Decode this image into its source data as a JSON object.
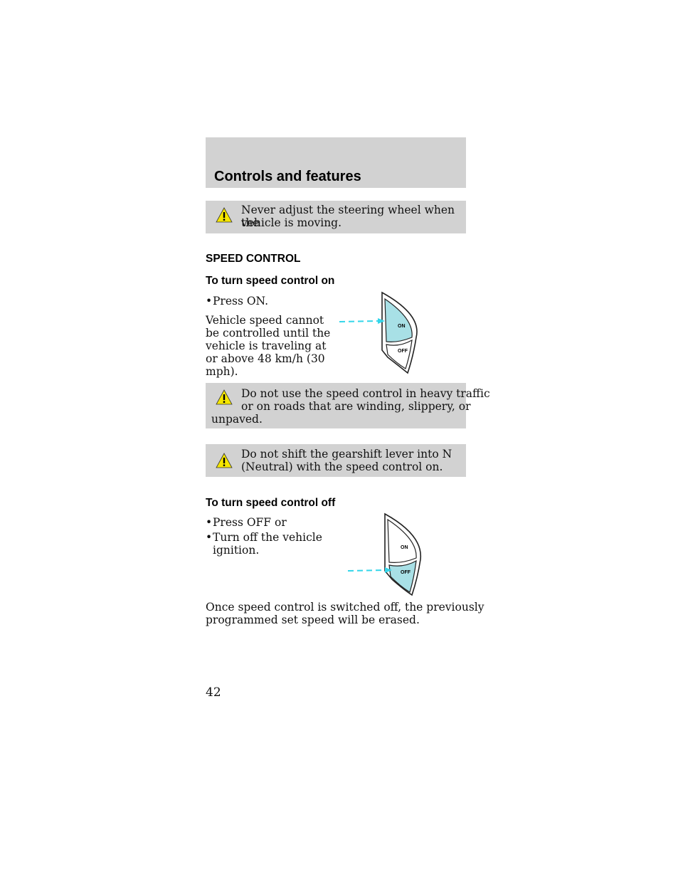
{
  "header": {
    "title": "Controls and features"
  },
  "warnings": {
    "steering": {
      "line1": "Never adjust the steering wheel when the",
      "line2": "vehicle is moving."
    },
    "traffic": {
      "line1": "Do not use the speed control in heavy traffic",
      "line2": "or on roads that are winding, slippery, or",
      "line3": "unpaved."
    },
    "gearshift": {
      "line1": "Do not shift the gearshift lever into N",
      "line2": "(Neutral) with the speed control on."
    }
  },
  "section": {
    "title": "SPEED CONTROL",
    "turn_on": {
      "heading": "To turn speed control on",
      "bullet": "Press ON.",
      "para_lines": [
        "Vehicle speed cannot",
        "be controlled until the",
        "vehicle is traveling at",
        "or above 48 km/h (30",
        "mph)."
      ]
    },
    "turn_off": {
      "heading": "To turn speed control off",
      "bullets": [
        "Press OFF or",
        "Turn off the vehicle"
      ],
      "bullet2_cont": "ignition.",
      "para_lines": [
        "Once speed control is switched off, the previously",
        "programmed set speed will be erased."
      ]
    }
  },
  "switch": {
    "on_label": "ON",
    "off_label": "OFF"
  },
  "colors": {
    "panel": "#d2d2d2",
    "highlight": "#a8e0e6",
    "arrow": "#33d6ea",
    "warning_yellow": "#f5e600"
  },
  "page": {
    "number": "42"
  }
}
